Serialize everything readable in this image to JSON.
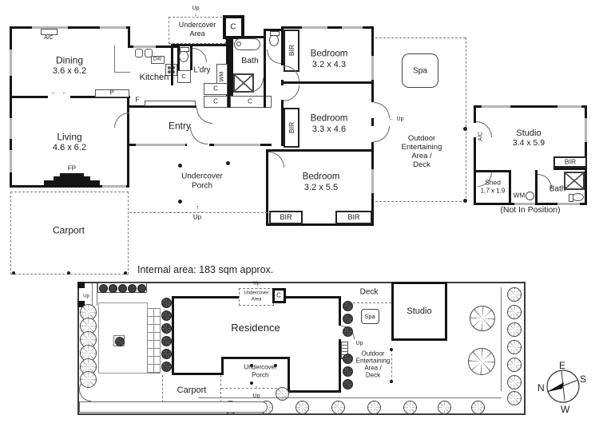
{
  "floor_plan": {
    "internal_area_note": "Internal area:  183 sqm approx.",
    "not_in_position_note": "(Not In Position)",
    "rooms": {
      "dining": {
        "name": "Dining",
        "dims": "3.6 x 6.2"
      },
      "living": {
        "name": "Living",
        "dims": "4.6 x 6.2"
      },
      "kitchen": {
        "name": "Kitchen"
      },
      "entry": {
        "name": "Entry"
      },
      "laundry": {
        "name": "L'dry"
      },
      "bath": {
        "name": "Bath"
      },
      "bedroom1": {
        "name": "Bedroom",
        "dims": "3.2 x 4.3"
      },
      "bedroom2": {
        "name": "Bedroom",
        "dims": "3.3 x 4.6"
      },
      "bedroom3": {
        "name": "Bedroom",
        "dims": "3.2 x 5.5"
      },
      "undercover_area": {
        "line1": "Undercover",
        "line2": "Area"
      },
      "undercover_porch": {
        "line1": "Undercover",
        "line2": "Porch"
      },
      "carport": {
        "name": "Carport"
      },
      "outdoor": {
        "line1": "Outdoor",
        "line2": "Entertaining",
        "line3": "Area /",
        "line4": "Deck"
      },
      "spa": {
        "name": "Spa"
      },
      "studio": {
        "name": "Studio",
        "dims": "3.4 x 5.9"
      },
      "shed": {
        "name": "Shed",
        "dims": "1.7 x 1.9"
      },
      "studio_bath": {
        "name": "Bath"
      }
    },
    "tags": {
      "ac": "A/C",
      "bir": "BIR",
      "wm": "WM",
      "dw": "DW",
      "fp": "FP",
      "pantry": "P",
      "fridge": "F",
      "cupboard": "C",
      "up": "Up"
    },
    "icons": {
      "arrow_up": "↑",
      "arrow_down": "↓",
      "arrow_left": "←",
      "arrow_right": "→"
    }
  },
  "site_plan": {
    "residence": "Residence",
    "carport": "Carport",
    "deck": "Deck",
    "spa": "Spa",
    "studio": "Studio",
    "undercover_porch": {
      "line1": "Undercover",
      "line2": "Porch"
    },
    "undercover_area": {
      "line1": "Undercover",
      "line2": "Area"
    },
    "outdoor": {
      "line1": "Outdoor",
      "line2": "Entertaining",
      "line3": "Area /",
      "line4": "Deck"
    },
    "up": "Up",
    "cupboard": "C"
  },
  "compass": {
    "n": "N",
    "e": "E",
    "s": "S",
    "w": "W"
  },
  "colors": {
    "wall": "#151515",
    "window": "#b5b5b5",
    "dashed": "#7b7b7b"
  }
}
